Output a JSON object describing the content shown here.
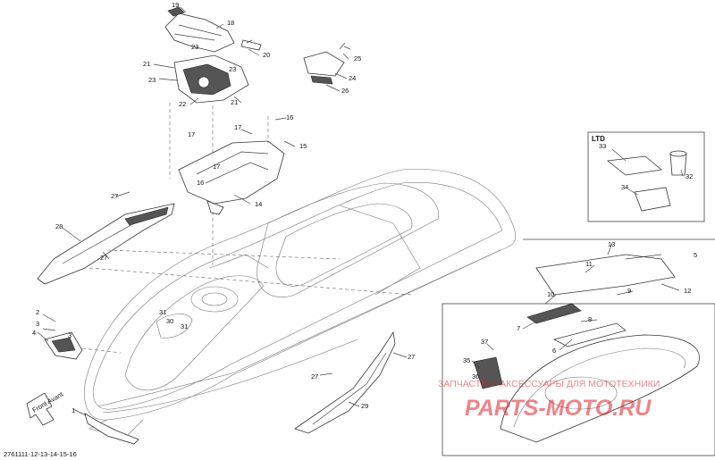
{
  "diagram": {
    "code": "2761111-12-13-14-15-16",
    "front_label": "Front Avant",
    "ltd_title": "LTD",
    "callouts": [
      "1",
      "2",
      "3",
      "4",
      "5",
      "6",
      "7",
      "8",
      "9",
      "10",
      "11",
      "12",
      "13",
      "14",
      "15",
      "16",
      "17",
      "18",
      "19",
      "20",
      "21",
      "22",
      "23",
      "24",
      "25",
      "26",
      "27",
      "28",
      "29",
      "30",
      "31",
      "32",
      "33",
      "34",
      "35",
      "36",
      "37"
    ]
  },
  "watermark": {
    "line1": "ЗАПЧАСТИ И АКСЕССУАРЫ ДЛЯ МОТОТЕХНИКИ",
    "line2": "PARTS-MOTO.RU",
    "color": "#e0202a"
  }
}
